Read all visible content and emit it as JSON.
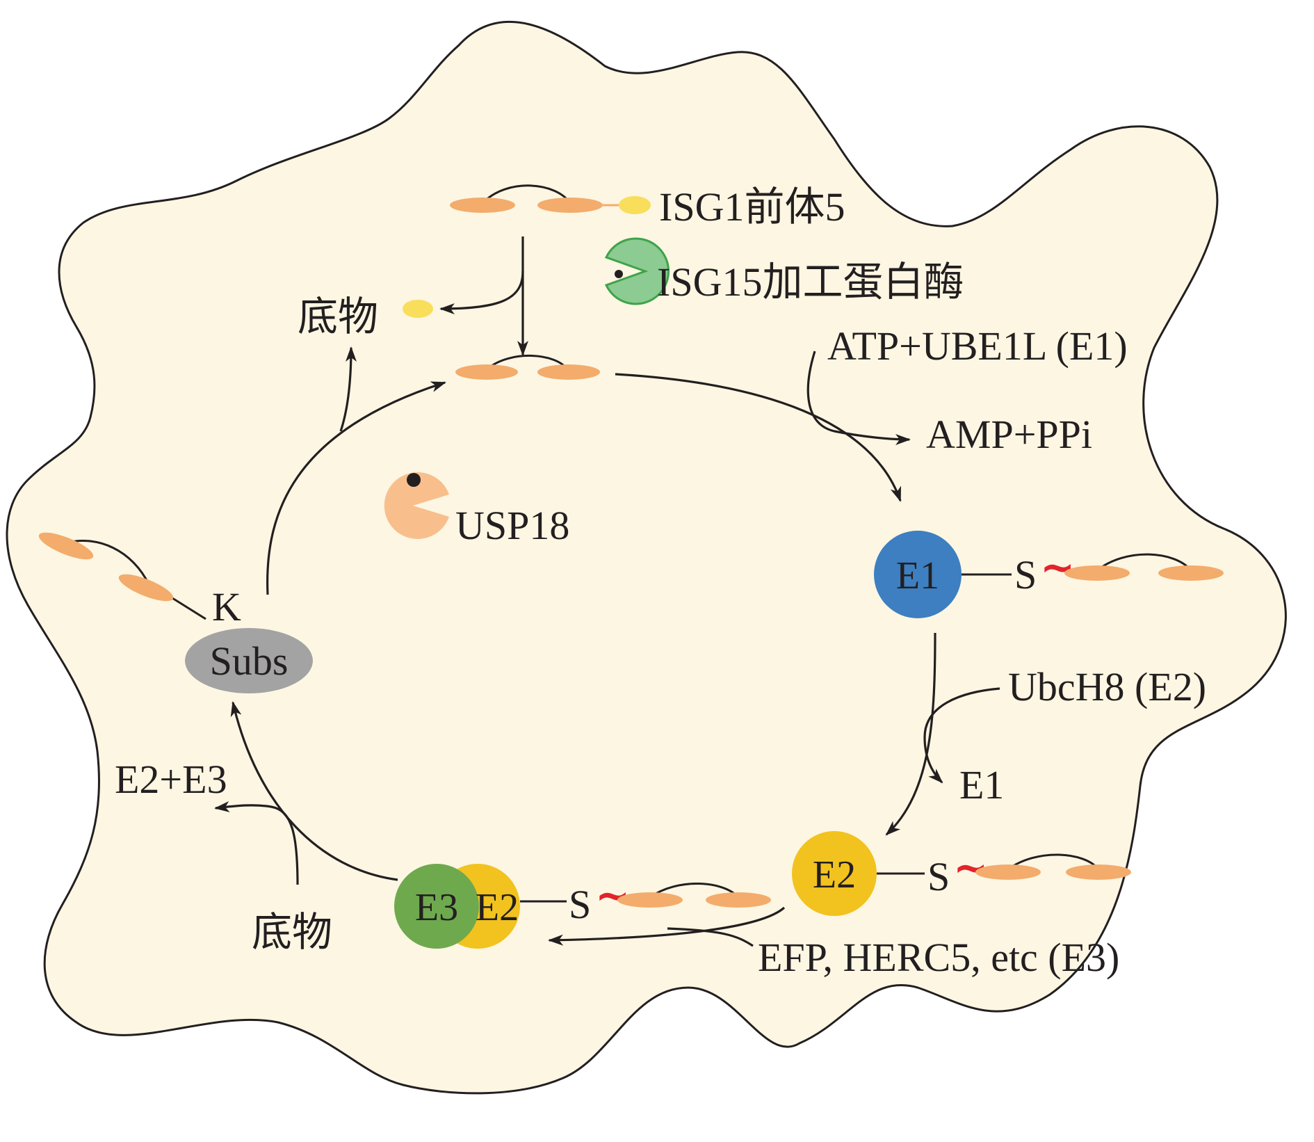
{
  "labels": {
    "isg15_precursor": "ISG1前体5",
    "isg15_processing_enzyme": "ISG15加工蛋白酶",
    "substrate_top": "底物",
    "substrate_bottom": "底物",
    "atp_ube1l": "ATP+UBE1L (E1)",
    "amp_ppi": "AMP+PPi",
    "usp18": "USP18",
    "ubch8": "UbcH8 (E2)",
    "e1_released": "E1",
    "e2_e3": "E2+E3",
    "e3_ligases": "EFP, HERC5, etc (E3)",
    "lysine": "K",
    "subs": "Subs",
    "e1": "E1",
    "e2": "E2",
    "e2_complex": "E2",
    "e3": "E3",
    "thioester_s1": "S",
    "thioester_s2": "S",
    "thioester_s3": "S",
    "tilde1": "~",
    "tilde2": "~",
    "tilde3": "~"
  },
  "colors": {
    "cell_fill": "#fcf6e3",
    "isg15_domain": "#f3ac6b",
    "propeptide": "#f8de5a",
    "processing_enzyme": "#8ccb91",
    "usp18_enzyme": "#f8bf8c",
    "e1": "#3d7fc0",
    "e2": "#f2c21e",
    "e3": "#6ea94e",
    "subs": "#a3a3a3",
    "tilde": "#e3232b"
  }
}
